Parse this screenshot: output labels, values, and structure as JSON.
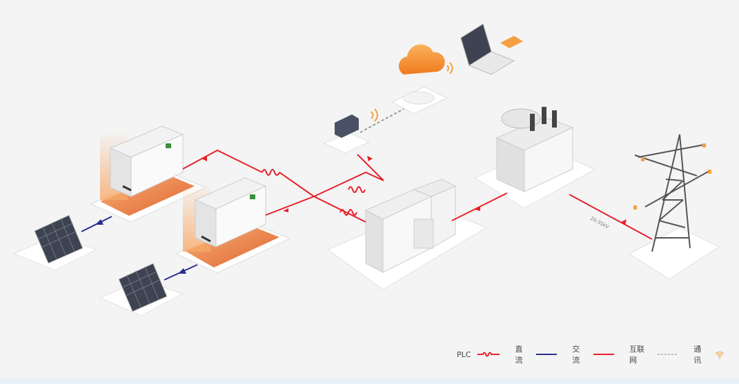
{
  "legend": [
    {
      "label": "PLC",
      "icon": "plc-wave-icon"
    },
    {
      "label": "直流",
      "icon": "dc-line-icon"
    },
    {
      "label": "交流",
      "icon": "ac-line-icon"
    },
    {
      "label": "互联网",
      "icon": "internet-dashed-line-icon"
    },
    {
      "label": "通讯",
      "icon": "wifi-icon"
    }
  ],
  "voltage_label": "20-35kV",
  "colors": {
    "ac": "#e8202a",
    "dc": "#2a2f8f",
    "internet": "#999999",
    "comm": "#f5a040",
    "pad": "#e8763a"
  }
}
